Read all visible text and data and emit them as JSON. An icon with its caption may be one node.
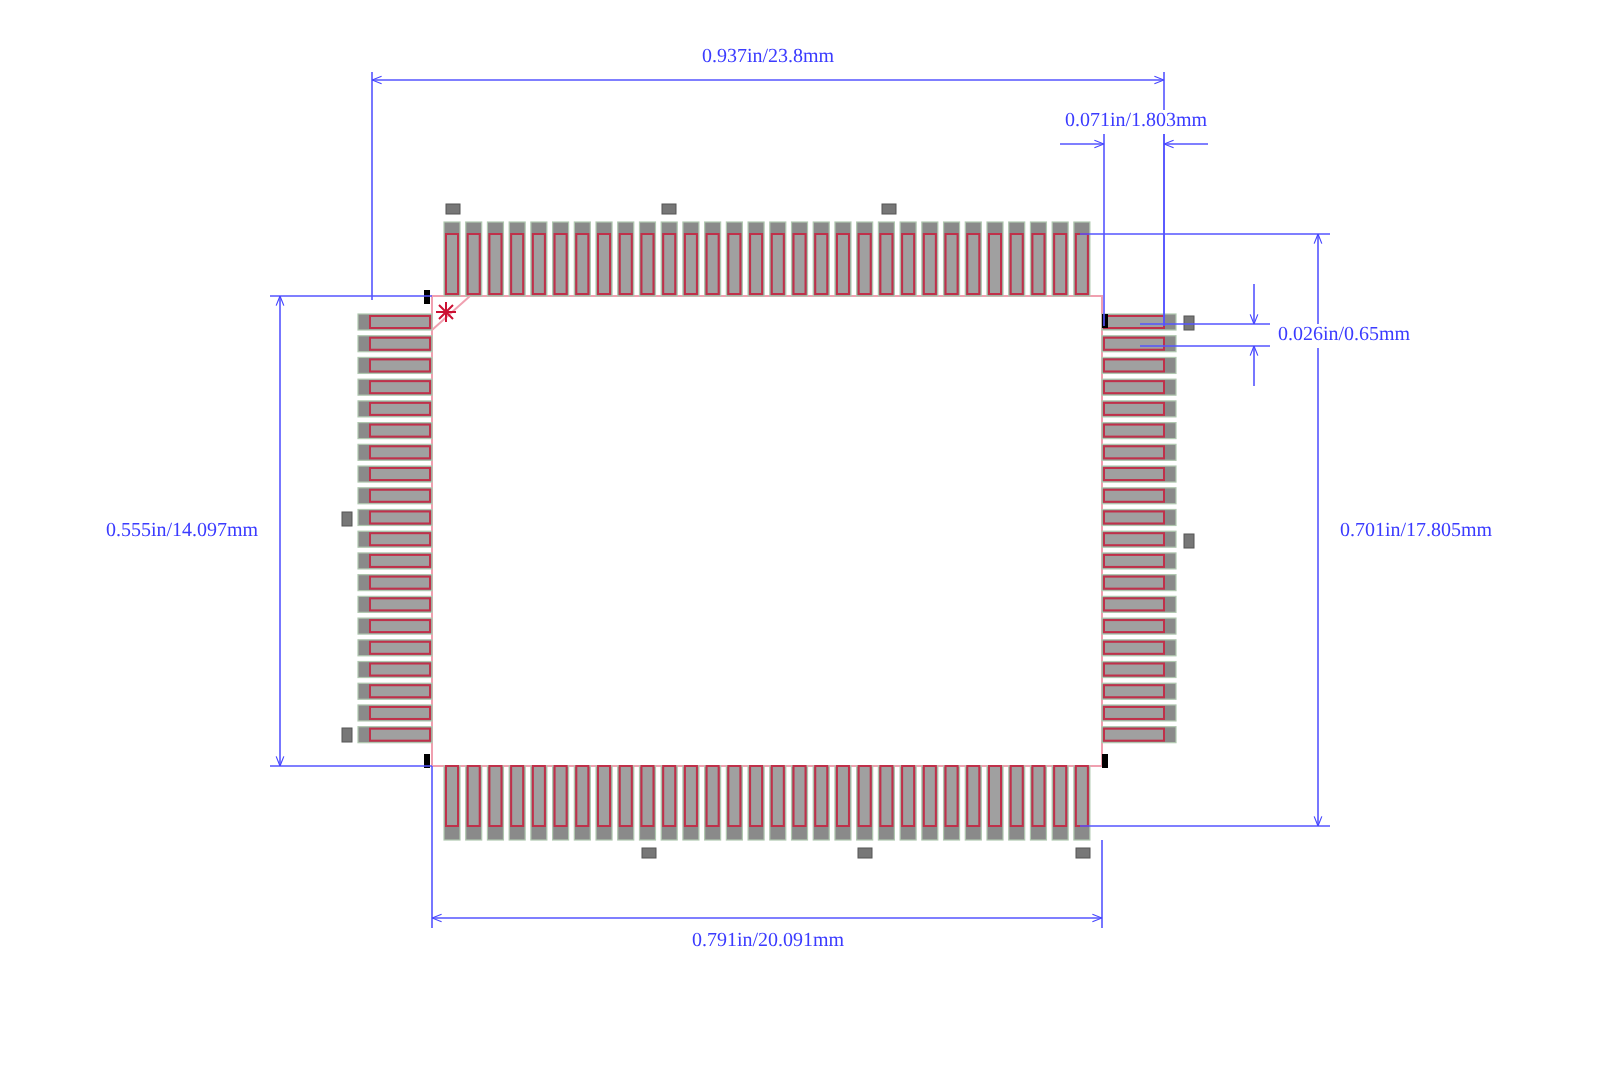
{
  "diagram": {
    "labels": [
      "0.937in/23.8mm",
      "0.071in/1.803mm",
      "0.026in/0.65mm",
      "0.555in/14.097mm",
      "0.701in/17.805mm",
      "0.791in/20.091mm"
    ]
  }
}
